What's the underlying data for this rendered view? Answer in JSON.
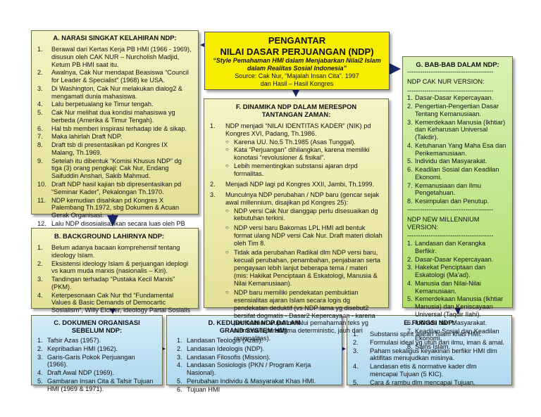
{
  "pengantar": {
    "title1": "PENGANTAR",
    "title2": "NILAI DASAR PERJUANGAN (NDP)",
    "subtitle1": "“Style Pemahaman HMI dalam Menjabarkan Nilai2 Islam",
    "subtitle2": "dalam Realitas Sosial Indonesia”",
    "source1": "Source: Cak Nur, “Majalah Insan Cita”. 1997",
    "source2": "dan Hasil – Hasil Kongres"
  },
  "boxA": {
    "title": "A.   NARASI SINGKAT KELAHIRAN NDP:",
    "items": [
      {
        "n": "1.",
        "t": "Berawal dari Kertas Kerja PB HMI (1966 - 1969), disusun oleh CAK NUR – Nurcholish Madjid, Ketum PB HMI saat itu."
      },
      {
        "n": "2.",
        "t": "Awalnya, Cak Nur mendapat Beasiswa “Council for Leader & Specialist” (1968) ke USA."
      },
      {
        "n": "3.",
        "t": "Di Washington, Cak Nur melakukan dialog2 & mengamati dunia mahasiswa."
      },
      {
        "n": "4.",
        "t": "Lalu berpetualang ke Timur tengah."
      },
      {
        "n": "5.",
        "t": "Cak Nur melihat dua kondisi mahasiswa yg berbeda (Amerika & Timur Tengah)."
      },
      {
        "n": "6.",
        "t": "Hal tsb memberi inspirasi terhadap ide & sikap."
      },
      {
        "n": "7.",
        "t": "Maka lahirlah Draft NDP."
      },
      {
        "n": "8.",
        "t": "Draft tsb di presentasikan pd Kongres IX Malang, Th.1969."
      },
      {
        "n": "9.",
        "t": "Setelah itu dibentuk “Komisi Khusus NDP” dg tiga (3) orang pengkaji: Cak Nur, Endang Saifuddin Anshari, Sakib Mahmud."
      },
      {
        "n": "10.",
        "t": "Draft NDP hasil kajian tsb dipresentasikan pd “Seminar Kader”, Pekalongan Th.1970."
      },
      {
        "n": "11.",
        "t": "NDP kemudian disahkan pd Kongres X Palembang Th.1972, sbg Dokumen & Acuan Gerak Organisasi."
      },
      {
        "n": "12.",
        "t": "Lalu NDP disosialisasikan secara luas oleh PB HMI."
      }
    ]
  },
  "boxB": {
    "title": "B.   BACKGROUND LAHIRNYA NDP:",
    "items": [
      {
        "n": "1.",
        "t": "Belum adanya bacaan komprehensif tentang ideology Islam."
      },
      {
        "n": "2.",
        "t": "Eksistensi ideology Islam & perjuangan ideplogi vs kaum muda marxis (nasionalis – Kiri)."
      },
      {
        "n": "3.",
        "t": "Tandingan terhadap “Pustaka Kecil Marxis” (PKM)."
      },
      {
        "n": "4.",
        "t": "Keterpesonaan Cak Nur thd “Fundamental Values & Basic Demands of Democartic Sosialism”, Willy Eichler, ideology Partai Sosialis German."
      }
    ]
  },
  "boxC": {
    "title1": "C.    DOKUMEN ORGANISASI",
    "title2": "SEBELUM NDP:",
    "items": [
      {
        "n": "1.",
        "t": "Tafsir Azas (1957)."
      },
      {
        "n": "2.",
        "t": "Kepribadian HMI (1962)."
      },
      {
        "n": "3.",
        "t": "Garis-Garis Pokok Perjuangan (1966)."
      },
      {
        "n": "4.",
        "t": "Draft Awal NDP (1969)."
      },
      {
        "n": "5.",
        "t": "Gambaran Insan Cita & Tafsir Tujuan HMI (1969 & 1971)."
      }
    ]
  },
  "boxD": {
    "title1": "D.    KEDUDUKAN NDP DALAM",
    "title2": "GRAND SYSTEM HMI:",
    "items": [
      {
        "n": "1.",
        "t": "Landasan Teologis (Azas)."
      },
      {
        "n": "2.",
        "t": "Landasan Ideologis (NDP)."
      },
      {
        "n": "3.",
        "t": "Landasan Filosofis (Mission)."
      },
      {
        "n": "4.",
        "t": "Landasan Sosiologis (PKN / Program Kerja Nasional)."
      },
      {
        "n": "5.",
        "t": "Perubahan Individu & Masyarakat Khas HMI."
      },
      {
        "n": "6.",
        "t": "Tujuan HMI"
      }
    ]
  },
  "boxE": {
    "title": "E.    FUNGSI NDP:",
    "items": [
      {
        "n": "1.",
        "t": "Substansi spirit ajaran Islam khas HMI."
      },
      {
        "n": "2.",
        "t": "Formulasi ideal yg utuh dari ilmu, iman & amal."
      },
      {
        "n": "3.",
        "t": "Paham sekaligus keyakinan berfikir HMI dlm aktifitas menujudkan misinya."
      },
      {
        "n": "4.",
        "t": "Landasan etis & normative kader dlm mencapai Tujuan (5 KIC)."
      },
      {
        "n": "5.",
        "t": "Cara & rambu dlm mencapai Tujuan."
      }
    ]
  },
  "boxF": {
    "title1": "F.    DINAMIKA NDP DALAM MERESPON",
    "title2": "TANTANGAN ZAMAN:",
    "item1": {
      "n": "1.",
      "t": "NDP menjadi “NILAI IDENTITAS KADER” (NIK) pd Kongres XVI, Padang, Th.1986.",
      "subs": [
        "Karena UU. No.5 Th.1985 (Asas Tunggal).",
        "Kata “Perjuangan” dihilangkan, karena memiliki konotasi “revolusioner & fisikal”.",
        "Lebih mementingkan substansi ajaran drpd formalitas."
      ]
    },
    "item2": {
      "n": "2.",
      "t": "Menjadi NDP lagi pd Kongres XXII, Jambi, Th.1999."
    },
    "item3": {
      "n": "3.",
      "t": "Munculnya NDP perubahan / NDP baru (gencar sejak awal millennium, disajikan pd Kongres 25):",
      "subs": [
        "NDP versi Cak Nur dianggap perlu disesuaikan dg kebutuhan terkini.",
        "NDP versi baru Bakornas LPL HMI adl bentuk format ulang NDP versi Cak Nur. Draft materi diolah oleh Tim 8.",
        "Tidak ada perubahan Radikal dlm NDP versi baru, kecuali perubahan, penambahan, penjabaran  serta pengayaan lebih lanjut beberapa tema / materi (mis: Hakikat Penciptaan & Eskatologi, Manusia & Nilai Kemanusiaan).",
        "NDP baru memiliki pendekatan pembuktian esensialitas ajaran Islam secara logis dg pendekatan deduktif  (vs NDP lama yg disebut2 bersifat dogmatis - Dasar2 Kepercayaan - karena pembuktian wujud melalui pemahaman teks yg membawa paradigma deterministic, jauh dari rasionalitas)."
      ]
    }
  },
  "boxG": {
    "title": "G.   BAB-BAB DALAM NDP:",
    "dash": "----------------------------------------",
    "sec1": "NDP CAK NUR VERSION:",
    "items1": [
      {
        "n": "1.",
        "t": "Dasar-Dasar Kepercayaan."
      },
      {
        "n": "2.",
        "t": "Pengertian-Pengertian Dasar Tentang Kemanusiaan."
      },
      {
        "n": "3.",
        "t": "Kemerdekaan Manusia (Ikhtiar) dan Keharusan Universal (Takdir)."
      },
      {
        "n": "4.",
        "t": "Ketuhanan Yang Maha Esa dan Perikemanusiaan."
      },
      {
        "n": "5.",
        "t": "Individu dan Masyarakat."
      },
      {
        "n": "6.",
        "t": "Keadilan Sosial dan Keadilan Ekonomi."
      },
      {
        "n": "7.",
        "t": "Kemanusiaan dan Ilmu Pengetahuan."
      },
      {
        "n": "8.",
        "t": "Kesimpulan dan Penutup."
      }
    ],
    "sec2": "NDP NEW MILLENNIUM VERSION:",
    "items2": [
      {
        "n": "1.",
        "t": "Landasan dan Kerangka Berfikir."
      },
      {
        "n": "2.",
        "t": "Dasar-Dasar Kepercayaan."
      },
      {
        "n": "3.",
        "t": "Hakekat Penciptaan dan Eskatologi (Ma’ad)."
      },
      {
        "n": "4.",
        "t": "Manusia dan Nilai-Nilai Kemanusiaan."
      },
      {
        "n": "5.",
        "t": "Kemerdekaan Manusia (Ikhtiar Manusia) dan Keniscayaan Universal (Taqdir Ilahi)."
      },
      {
        "n": "6.",
        "t": "Individu dan Masyarakat."
      },
      {
        "n": "7.",
        "t": "Keadilan Sosial dan Keadilan Ekonomi."
      },
      {
        "n": "8.",
        "t": "Sains Islam."
      }
    ]
  }
}
